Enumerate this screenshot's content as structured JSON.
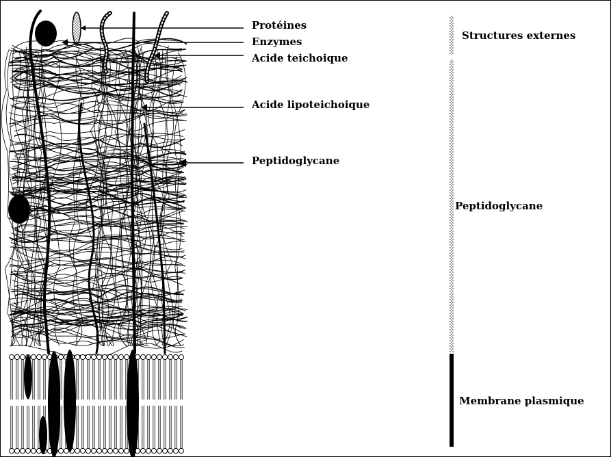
{
  "labels": {
    "proteines": "Protéines",
    "enzymes": "Enzymes",
    "acide_teichoique": "Acide teichoique",
    "acide_lipoteichoique": "Acide lipoteichoique",
    "peptidoglycane": "Peptidoglycane"
  },
  "regions": {
    "structures_externes": "Structures externes",
    "peptidoglycane": "Peptidoglycane",
    "membrane_plasmique": "Membrane plasmique"
  },
  "colors": {
    "ink": "#000000",
    "paper": "#ffffff",
    "hatch": "#9a9a9a"
  }
}
